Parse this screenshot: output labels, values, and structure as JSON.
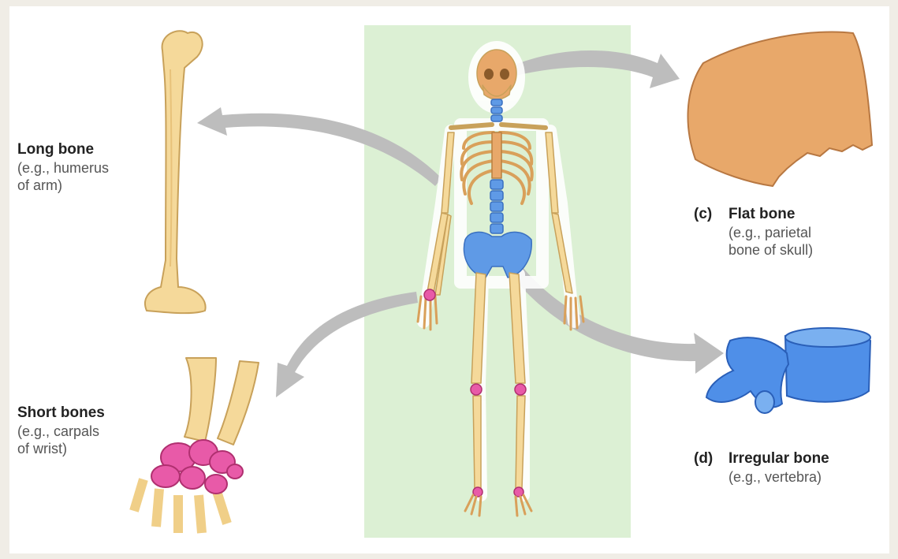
{
  "colors": {
    "background": "#f0ede6",
    "panel": "#dcf0d4",
    "bone": "#f5d99a",
    "bone_outline": "#c8a15a",
    "skull_bone": "#e8a86a",
    "spine_pelvis": "#5f9ae6",
    "carpal_pink": "#e85aa8",
    "arrow": "#bdbdbd"
  },
  "labels": {
    "long": {
      "title": "Long bone",
      "desc_line1": "(e.g., humerus",
      "desc_line2": "of arm)"
    },
    "short": {
      "title": "Short bones",
      "desc_line1": "(e.g., carpals",
      "desc_line2": "of wrist)"
    },
    "flat": {
      "tag": "(c)",
      "title": "Flat bone",
      "desc_line1": "(e.g., parietal",
      "desc_line2": "bone of skull)"
    },
    "irregular": {
      "tag": "(d)",
      "title": "Irregular bone",
      "desc_line1": "(e.g., vertebra)"
    }
  },
  "icons": [
    "skeleton-figure",
    "humerus-bone",
    "wrist-carpals",
    "parietal-bone",
    "vertebra-bone"
  ]
}
